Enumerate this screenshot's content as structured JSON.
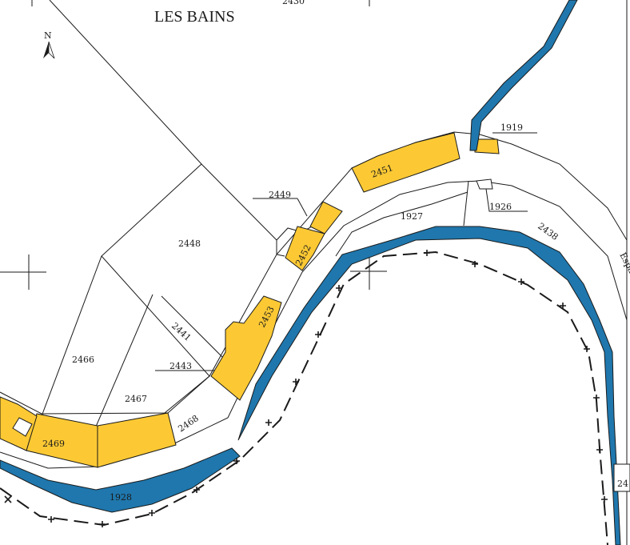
{
  "map": {
    "title": "LES BAINS",
    "north_letter": "N",
    "top_partial_label": "2430",
    "colors": {
      "highlight": "#fcc934",
      "water": "#1f77ad",
      "lines": "#1a1a1a",
      "background": "#ffffff"
    },
    "parcels": [
      {
        "id": "2448",
        "label": "2448",
        "highlighted": false
      },
      {
        "id": "2449",
        "label": "2449",
        "highlighted": false
      },
      {
        "id": "2451",
        "label": "2451",
        "highlighted": true
      },
      {
        "id": "2452",
        "label": "2452",
        "highlighted": true
      },
      {
        "id": "2453",
        "label": "2453",
        "highlighted": true
      },
      {
        "id": "2441",
        "label": "2441",
        "highlighted": false
      },
      {
        "id": "2443",
        "label": "2443",
        "highlighted": false
      },
      {
        "id": "2466",
        "label": "2466",
        "highlighted": false
      },
      {
        "id": "2467",
        "label": "2467",
        "highlighted": false
      },
      {
        "id": "2468",
        "label": "2468",
        "highlighted": false
      },
      {
        "id": "2469",
        "label": "2469",
        "highlighted": true
      },
      {
        "id": "1919",
        "label": "1919",
        "highlighted": true
      },
      {
        "id": "1926",
        "label": "1926",
        "highlighted": false
      },
      {
        "id": "1927",
        "label": "1927",
        "highlighted": false
      },
      {
        "id": "1928",
        "label": "1928",
        "highlighted": false
      },
      {
        "id": "2438",
        "label": "2438",
        "highlighted": false
      }
    ],
    "partial_labels": {
      "esp": "Espa",
      "right_24": "24"
    },
    "icons": {
      "north_arrow": "north-arrow-icon",
      "survey_cross": "crosshair-icon"
    }
  }
}
